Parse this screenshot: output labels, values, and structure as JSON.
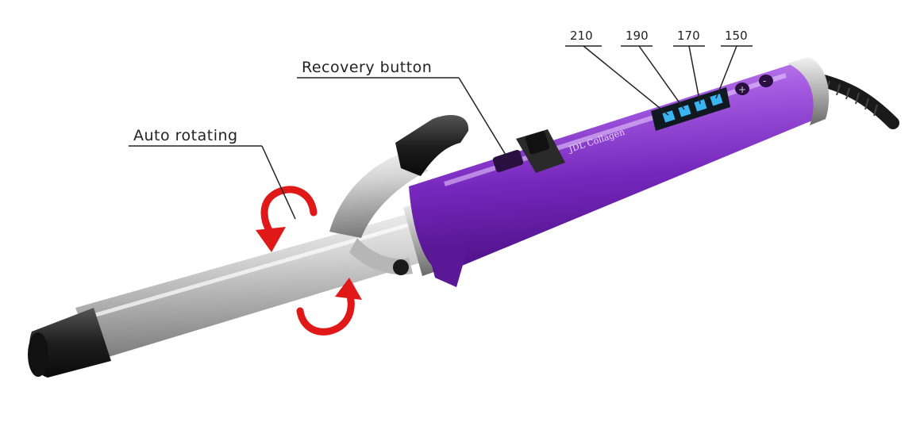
{
  "callouts": {
    "auto_rotating": "Auto rotating",
    "recovery_button": "Recovery button"
  },
  "temperatures": [
    "210",
    "190",
    "170",
    "150"
  ],
  "brand": "JDL Collagen",
  "colors": {
    "body_purple": "#7a2fc0",
    "barrel_silver": "#c9c9c9",
    "tip_black": "#1c1c1c",
    "arrow_red": "#e01818",
    "display_blue": "#3ab4f2"
  }
}
